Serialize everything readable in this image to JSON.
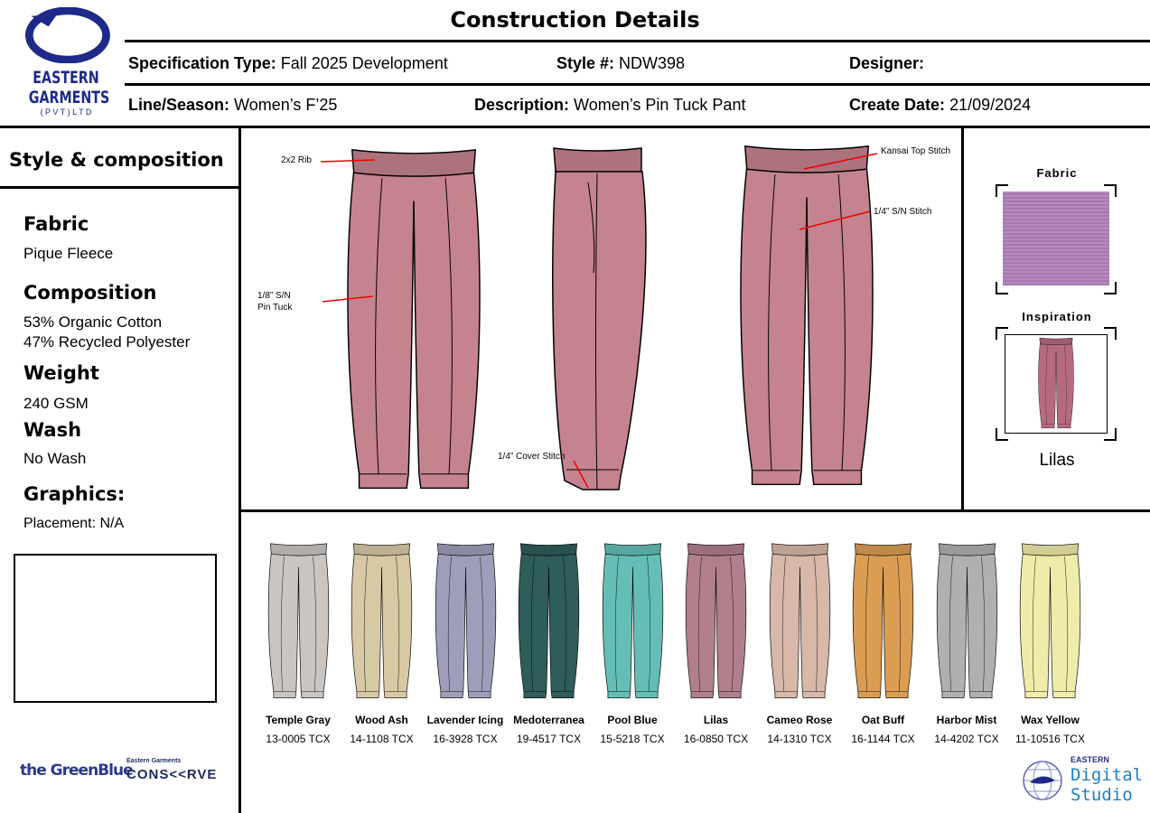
{
  "header": {
    "title": "Construction Details",
    "spec_type_label": "Specification Type:",
    "spec_type": "Fall 2025 Development",
    "style_label": "Style #:",
    "style": "NDW398",
    "designer_label": "Designer:",
    "designer": "",
    "line_label": "Line/Season:",
    "line": "Women’s  F’25",
    "desc_label": "Description:",
    "desc": "Women’s Pin Tuck Pant",
    "date_label": "Create Date:",
    "date": "21/09/2024"
  },
  "logo": {
    "line1": "EASTERN",
    "line2": "GARMENTS",
    "line3": "( P V T )  L T D"
  },
  "left": {
    "title": "Style & composition",
    "fabric_h": "Fabric",
    "fabric": "Pique Fleece",
    "comp_h": "Composition",
    "comp1": "53% Organic Cotton",
    "comp2": "47% Recycled Polyester",
    "weight_h": "Weight",
    "weight": "240 GSM",
    "wash_h": "Wash",
    "wash": "No Wash",
    "graphics_h": "Graphics:",
    "placement": "Placement:  N/A"
  },
  "callouts": {
    "rib": "2x2 Rib",
    "pintuck1": "1/8” S/N",
    "pintuck2": "Pin Tuck",
    "cover": "1/4” Cover Stitch",
    "kansai": "Kansai Top Stitch",
    "sn": "1/4” S/N Stitch"
  },
  "right": {
    "fabric": "Fabric",
    "inspiration": "Inspiration",
    "color": "Lilas"
  },
  "main_color": "#c5838f",
  "colorways": [
    {
      "name": "Temple Gray",
      "code": "13-0005 TCX",
      "color": "#cbc5c2"
    },
    {
      "name": "Wood Ash",
      "code": "14-1108 TCX",
      "color": "#d8c9a5"
    },
    {
      "name": "Lavender Icing",
      "code": "16-3928 TCX",
      "color": "#9f9eba"
    },
    {
      "name": "Medoterranea",
      "code": "19-4517 TCX",
      "color": "#2f5d5b"
    },
    {
      "name": "Pool Blue",
      "code": "15-5218 TCX",
      "color": "#64beb6"
    },
    {
      "name": "Lilas",
      "code": "16-0850 TCX",
      "color": "#b17f8c"
    },
    {
      "name": "Cameo Rose",
      "code": "14-1310 TCX",
      "color": "#d8b8a8"
    },
    {
      "name": "Oat Buff",
      "code": "16-1144 TCX",
      "color": "#da9d52"
    },
    {
      "name": "Harbor Mist",
      "code": "14-4202 TCX",
      "color": "#aeb0b1"
    },
    {
      "name": "Wax Yellow",
      "code": "11-10516 TCX",
      "color": "#efeba8"
    }
  ],
  "footer": {
    "greenblue": "the GreenBlue",
    "conserve_sub": "Eastern Garments",
    "conserve": "CONS<<RVE",
    "eds1": "EASTERN",
    "eds2": "Digital",
    "eds3": "Studio"
  }
}
